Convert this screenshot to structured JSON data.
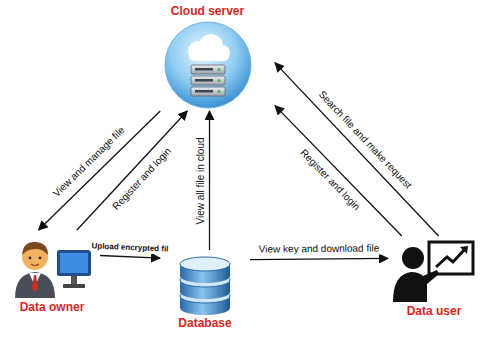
{
  "diagram": {
    "nodes": [
      {
        "text": [
          "Cloud server"
        ]
      },
      {
        "text": [
          "Data owner"
        ]
      },
      {
        "text": [
          "Database"
        ]
      },
      {
        "text": [
          "Data user"
        ]
      }
    ],
    "edges": [
      {
        "from": 0,
        "to": 1,
        "label": "View and manage file",
        "arrow": "to"
      },
      {
        "from": 1,
        "to": 0,
        "label": "Register and login",
        "arrow": "to"
      },
      {
        "from": 2,
        "to": 0,
        "label": "View all file in cloud",
        "arrow": "to"
      },
      {
        "from": 1,
        "to": 2,
        "label": "Upload encrypted fil",
        "arrow": "to"
      },
      {
        "from": 2,
        "to": 3,
        "label": "View key and download file",
        "arrow": "to"
      },
      {
        "from": 3,
        "to": 0,
        "label": "Register and login",
        "arrow": "to"
      },
      {
        "from": 3,
        "to": 0,
        "label": "Search file and make request",
        "arrow": "to"
      }
    ]
  }
}
